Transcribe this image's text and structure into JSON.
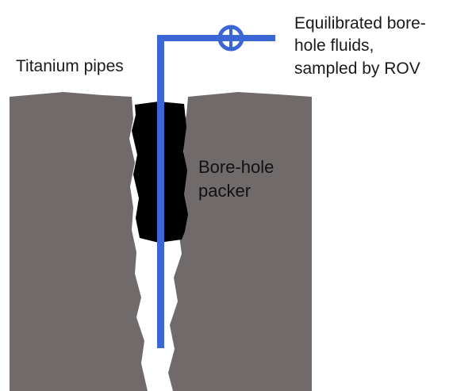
{
  "labels": {
    "titanium_pipes": "Titanium pipes",
    "fluids_line1": "Equilibrated bore-",
    "fluids_line2": "hole fluids,",
    "fluids_line3": "sampled by ROV",
    "packer_line1": "Bore-hole",
    "packer_line2": "packer"
  },
  "colors": {
    "rock": "#706b6a",
    "packer": "#000000",
    "pipe": "#3a66d6",
    "background": "#ffffff"
  },
  "icons": {
    "valve": "valve-icon"
  }
}
